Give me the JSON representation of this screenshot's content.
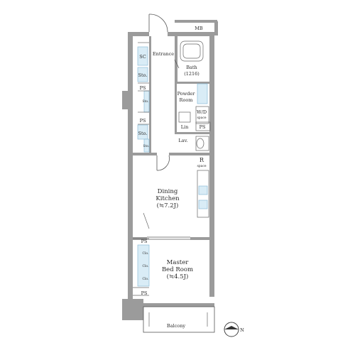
{
  "labels": {
    "mb": "MB",
    "entrance": "Entrance",
    "sc": "SC",
    "sto": "Sto.",
    "ps": "PS",
    "bath": "Bath",
    "bath_size": "(1216)",
    "powder_room_1": "Powder",
    "powder_room_2": "Room",
    "wd": "W/D",
    "wd_space": "space",
    "lin": "Lin",
    "lav": "Lav.",
    "r": "R",
    "r_space": "space",
    "dining_1": "Dining",
    "dining_2": "Kitchen",
    "dining_size": "(≒7.2J)",
    "master_1": "Master",
    "master_2": "Bed Room",
    "master_size": "(≒4.5J)",
    "clo": "Clo.",
    "balcony": "Balcony",
    "north": "N"
  },
  "colors": {
    "wall": "#9b9b9b",
    "storage": "#d9ecf6",
    "storage_line": "#7fb5d2"
  }
}
